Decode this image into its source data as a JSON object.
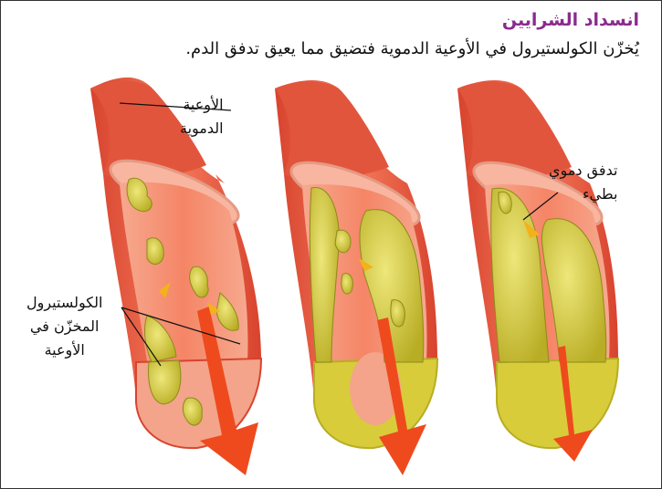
{
  "heading": {
    "title": "انسداد الشرايين",
    "caption": "يُخزّن الكولستيرول في الأوعية الدموية فتضيق مما يعيق تدفق الدم."
  },
  "labels": {
    "blood_vessels": [
      "الأوعية",
      "الدموية"
    ],
    "stored_cholesterol": [
      "الكولستيرول",
      "المخزّن في",
      "الأوعية"
    ],
    "slow_blood_flow": [
      "تدفق دموي",
      "بطيء"
    ]
  },
  "colors": {
    "title": "#8b2a8f",
    "vessel_wall": "#e8604a",
    "vessel_inner": "#f28a70",
    "plaque": "#c9c23a",
    "flow_arrow": "#ee4a1e",
    "small_arrow": "#f3b21a"
  }
}
